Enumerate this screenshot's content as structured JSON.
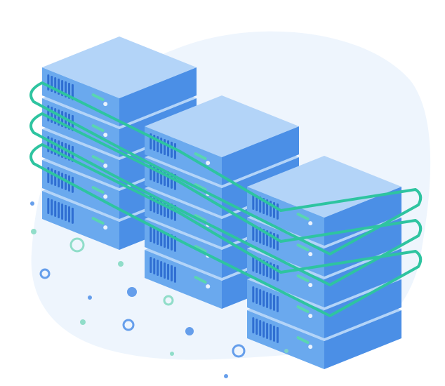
{
  "illustration": {
    "subject": "server-racks-illustration",
    "rack_count": 3,
    "units_per_rack": 5,
    "colors": {
      "blob": "#eef5fd",
      "server_top": "#b3d4f8",
      "server_left": "#6aa9ee",
      "server_right": "#4b8fe6",
      "vent": "#2f6ed2",
      "led": "#59d6b0",
      "cable": "#2ec4a0",
      "dot_green": "#7fd8c0",
      "dot_blue": "#4c8ee8"
    }
  }
}
